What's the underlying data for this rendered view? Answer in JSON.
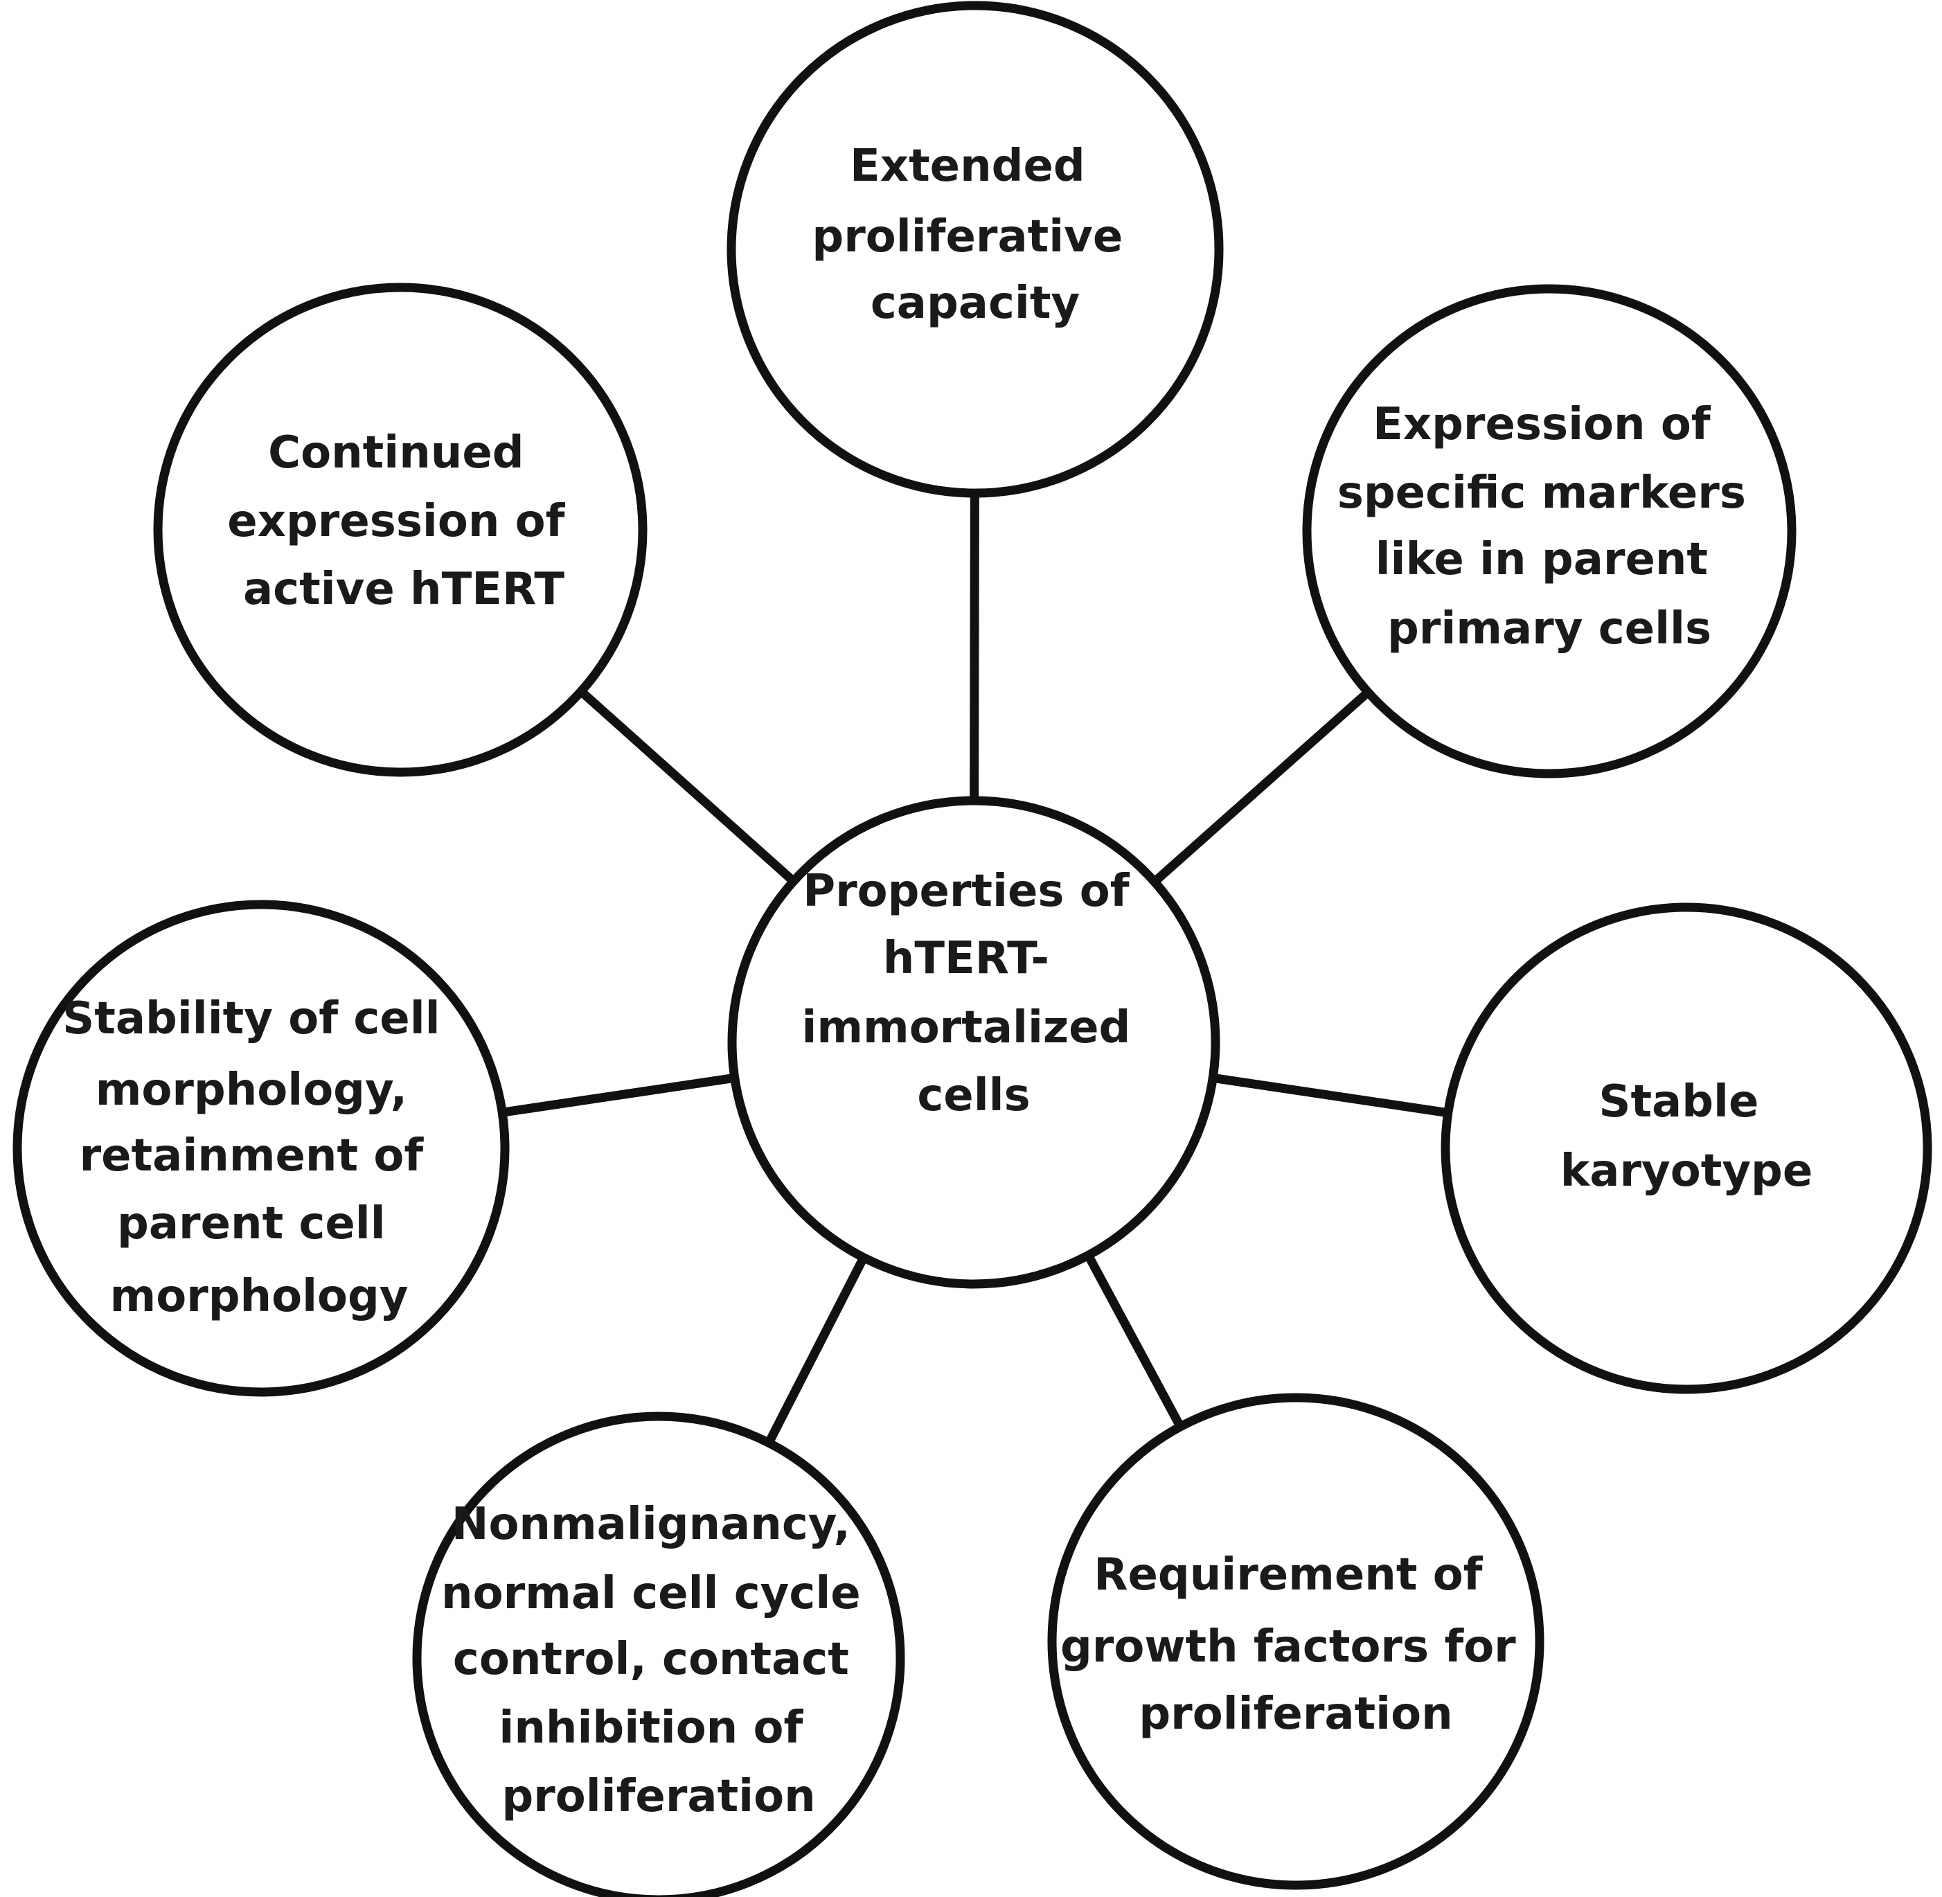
{
  "diagram": {
    "center": {
      "lines": [
        "Properties of",
        "hTERT-",
        "immortalized",
        "cells"
      ]
    },
    "properties": [
      {
        "id": "extended",
        "lines": [
          "Extended",
          "proliferative",
          "capacity"
        ]
      },
      {
        "id": "markers",
        "lines": [
          "Expression of",
          "specific markers",
          "like in parent",
          "primary cells"
        ]
      },
      {
        "id": "karyotype",
        "lines": [
          "Stable",
          "karyotype"
        ]
      },
      {
        "id": "growth-factors",
        "lines": [
          "Requirement of",
          "growth factors for",
          "proliferation"
        ]
      },
      {
        "id": "nonmalignancy",
        "lines": [
          "Nonmalignancy,",
          "normal cell cycle",
          "control, contact",
          "inhibition of",
          "proliferation"
        ]
      },
      {
        "id": "morphology",
        "lines": [
          "Stability of cell",
          "morphology,",
          "retainment of",
          "parent cell",
          "morphology"
        ]
      },
      {
        "id": "htert",
        "lines": [
          "Continued",
          "expression of",
          "active hTERT"
        ]
      }
    ],
    "colors": {
      "stroke": "#111111",
      "fill": "#ffffff",
      "text": "#1a1a1a"
    }
  }
}
